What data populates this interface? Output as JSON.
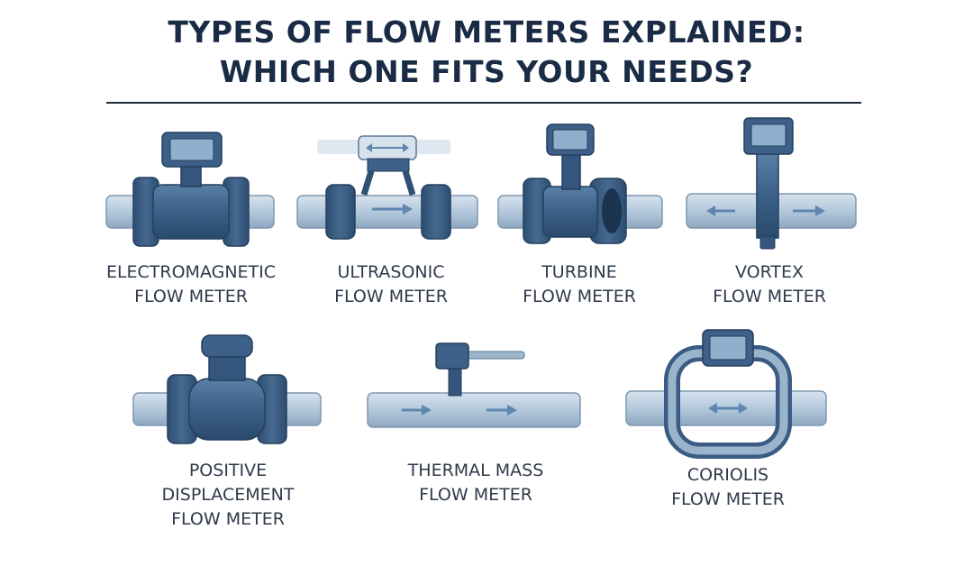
{
  "title": {
    "line1": "TYPES OF FLOW METERS EXPLAINED:",
    "line2": "WHICH ONE FITS YOUR NEEDS?"
  },
  "meters": [
    {
      "id": "electromagnetic",
      "line1": "ELECTROMAGNETIC",
      "line2": "FLOW METER"
    },
    {
      "id": "ultrasonic",
      "line1": "ULTRASONIC",
      "line2": "FLOW METER"
    },
    {
      "id": "turbine",
      "line1": "TURBINE",
      "line2": "FLOW METER"
    },
    {
      "id": "vortex",
      "line1": "VORTEX",
      "line2": "FLOW METER"
    },
    {
      "id": "positive-displacement",
      "line1": "POSITIVE",
      "line2": "DISPLACEMENT",
      "line3": "FLOW METER"
    },
    {
      "id": "thermal-mass",
      "line1": "THERMAL MASS",
      "line2": "FLOW METER"
    },
    {
      "id": "coriolis",
      "line1": "CORIOLIS",
      "line2": "FLOW METER"
    }
  ],
  "colors": {
    "title": "#1a2b45",
    "pipe": "#b9cde0",
    "meter_body": "#3c6088",
    "meter_dark": "#2a4a6c",
    "display": "#8fb0cc"
  }
}
